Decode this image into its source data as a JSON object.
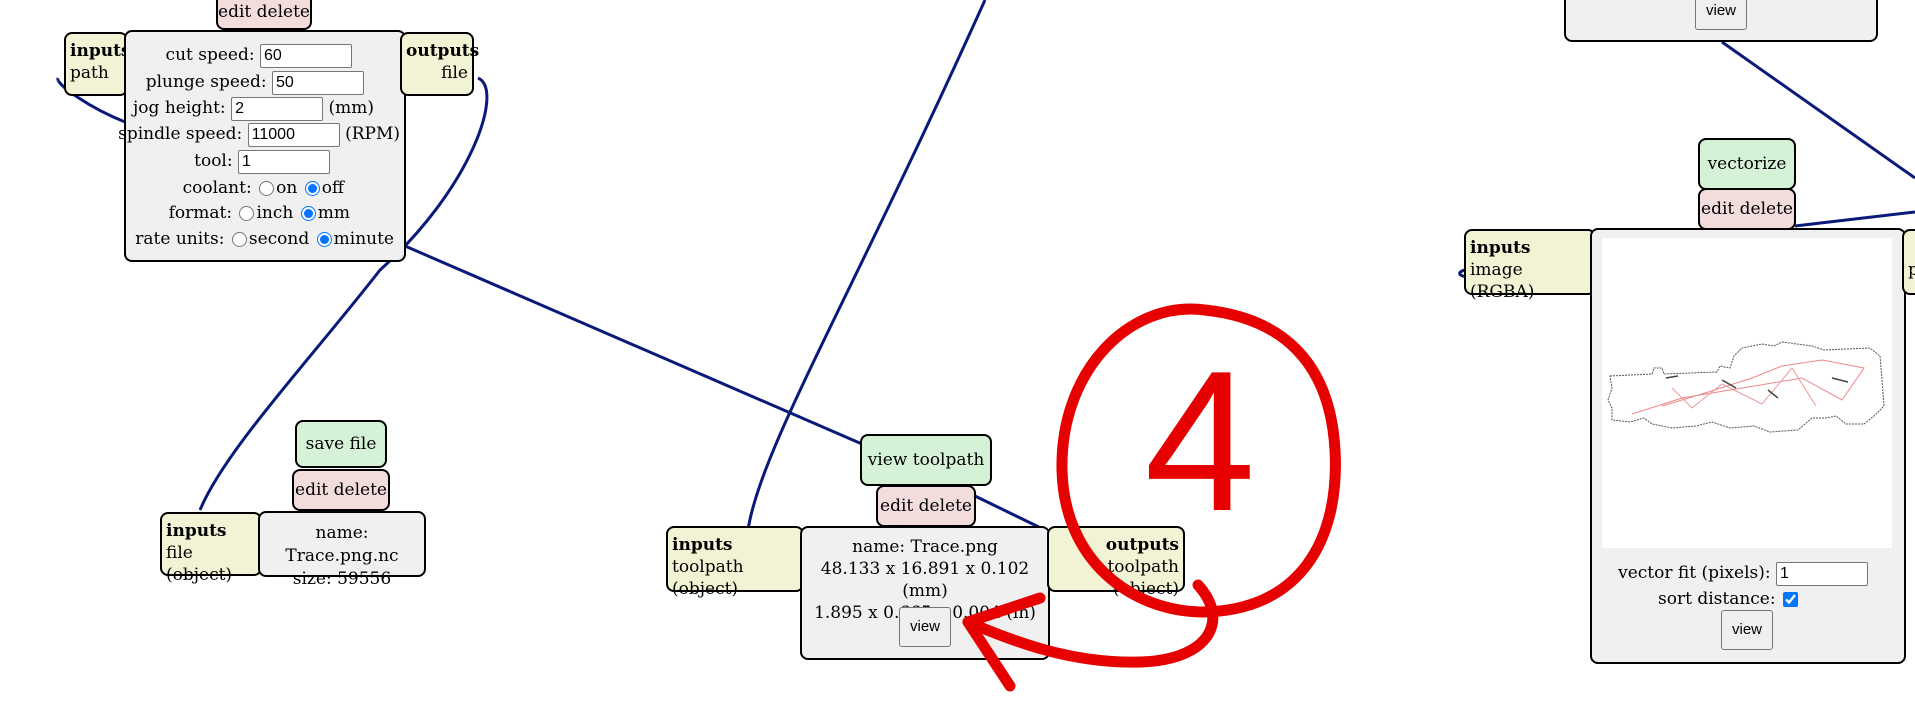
{
  "cut_node": {
    "actions": "edit delete",
    "inputs_heading": "inputs",
    "inputs_port": "path",
    "outputs_heading": "outputs",
    "outputs_port": "file",
    "cut_speed_label": "cut speed:",
    "cut_speed_value": "60",
    "plunge_speed_label": "plunge speed:",
    "plunge_speed_value": "50",
    "jog_height_label": "jog height:",
    "jog_height_value": "2",
    "jog_height_unit": "(mm)",
    "spindle_speed_label": "spindle speed:",
    "spindle_speed_value": "11000",
    "spindle_speed_unit": "(RPM)",
    "tool_label": "tool:",
    "tool_value": "1",
    "coolant_label": "coolant:",
    "coolant_on": "on",
    "coolant_off": "off",
    "format_label": "format:",
    "format_inch": "inch",
    "format_mm": "mm",
    "rate_units_label": "rate units:",
    "rate_second": "second",
    "rate_minute": "minute"
  },
  "save_node": {
    "save_file": "save file",
    "actions": "edit delete",
    "inputs_heading": "inputs",
    "inputs_port": "file (object)",
    "name": "name: Trace.png.nc",
    "size": "size: 59556"
  },
  "toolpath_node": {
    "view_toolpath": "view toolpath",
    "actions": "edit delete",
    "inputs_heading": "inputs",
    "inputs_port": "toolpath (object)",
    "outputs_heading": "outputs",
    "outputs_port": "toolpath (object)",
    "name": "name: Trace.png",
    "dims_mm": "48.133 x 16.891 x 0.102 (mm)",
    "dims_in": "1.895 x 0.665 x 0.004 (in)",
    "view": "view"
  },
  "top_right_node": {
    "view": "view"
  },
  "vector_node": {
    "vectorize": "vectorize",
    "actions": "edit delete",
    "inputs_heading": "inputs",
    "inputs_port": "image (RGBA)",
    "outputs_heading_partial": "p",
    "vector_fit_label": "vector fit (pixels):",
    "vector_fit_value": "1",
    "sort_distance_label": "sort distance:",
    "view": "view"
  },
  "annotation": {
    "number": "4",
    "color": "#e60000"
  },
  "colors": {
    "wire": "#0a1a7a",
    "io_fill": "#f2f2d4",
    "green_btn": "#d5f2d7",
    "pink_btn": "#f3dcdc"
  }
}
